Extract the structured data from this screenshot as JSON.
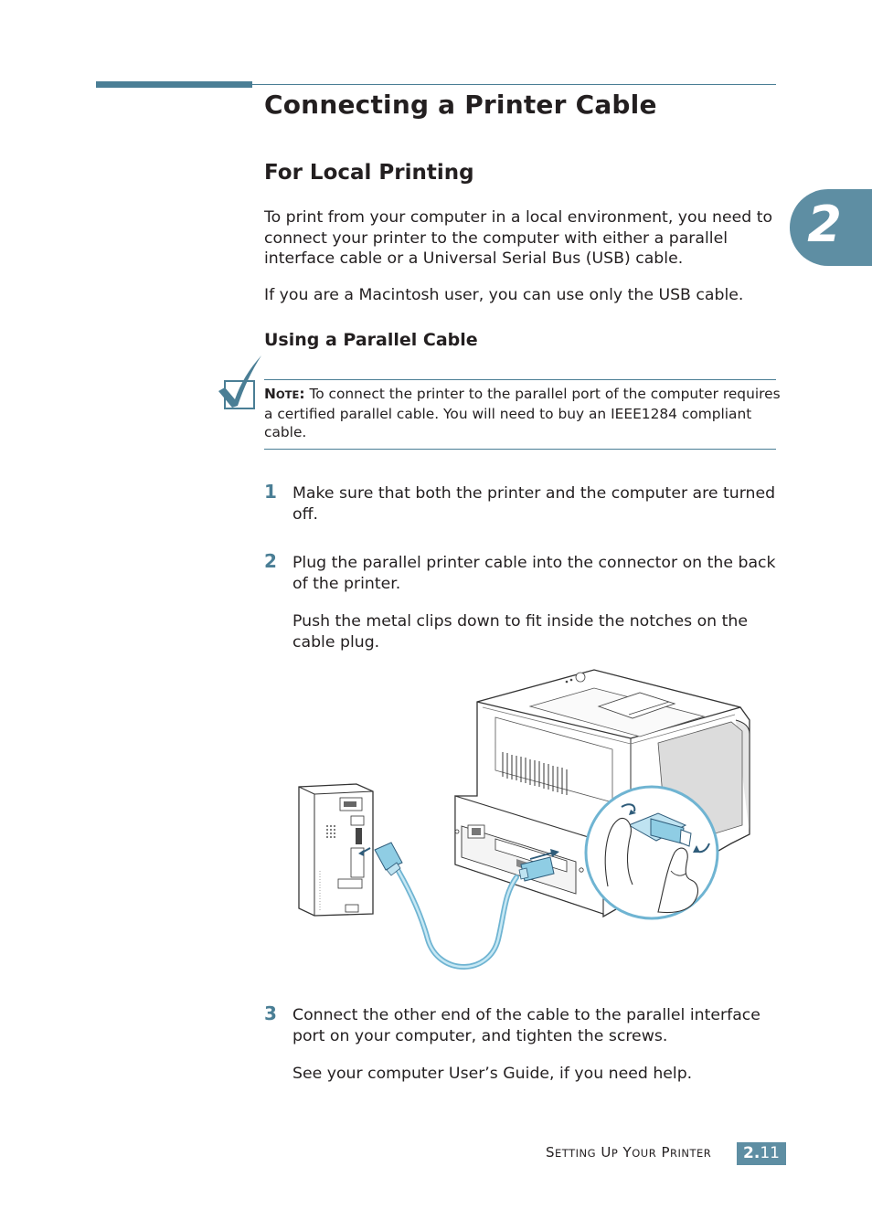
{
  "page": {
    "title": "Connecting a Printer Cable",
    "chapter_number": "2"
  },
  "local_printing": {
    "heading": "For Local Printing",
    "para1": "To print from your computer in a local environment, you need to connect your printer to the computer with either a parallel interface cable or a Universal Serial Bus (USB) cable.",
    "para2": "If you are a Macintosh user, you can use only the USB cable."
  },
  "parallel": {
    "heading": "Using a Parallel Cable",
    "note": {
      "label_first": "N",
      "label_rest": "OTE",
      "label_colon": ":",
      "text": "To connect the printer to the parallel port of the computer requires a certified parallel cable. You will need to buy an IEEE1284 compliant cable."
    },
    "steps": [
      {
        "num": "1",
        "paras": [
          "Make sure that both the printer and the computer are turned off."
        ]
      },
      {
        "num": "2",
        "paras": [
          "Plug the parallel printer cable into the connector on the back of the printer.",
          "Push the metal clips down to fit inside the notches on the cable plug."
        ]
      },
      {
        "num": "3",
        "paras": [
          "Connect the other end of the cable to the parallel interface port on your computer, and tighten the screws.",
          "See your computer User’s Guide, if you need help."
        ]
      }
    ]
  },
  "footer": {
    "section_words": [
      {
        "first": "S",
        "rest": "ETTING"
      },
      {
        "first": "U",
        "rest": "P"
      },
      {
        "first": "Y",
        "rest": "OUR"
      },
      {
        "first": "P",
        "rest": "RINTER"
      }
    ],
    "page_chapter": "2.",
    "page_number": "11"
  },
  "colors": {
    "accent": "#4a7e95",
    "tab": "#5e8ea3",
    "cable": "#8fcde4"
  },
  "icons": [
    "checkmark-note-icon",
    "printer-illustration",
    "computer-tower-illustration",
    "parallel-cable-illustration",
    "hand-plug-illustration"
  ]
}
